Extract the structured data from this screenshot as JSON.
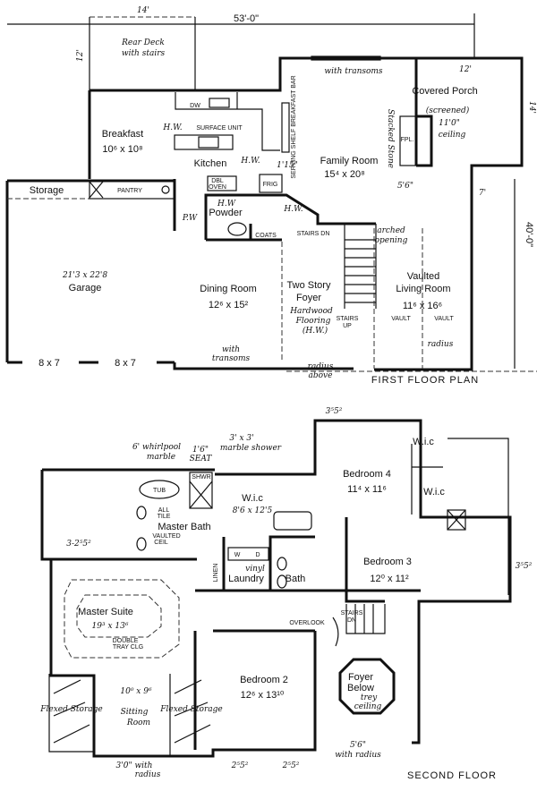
{
  "first_floor": {
    "title": "FIRST FLOOR PLAN",
    "overall_width": "53'-0\"",
    "overall_depth": "40'-0\"",
    "deck_width": "14'",
    "deck_depth": "12'",
    "rear_deck": [
      "Rear Deck",
      "with stairs"
    ],
    "breakfast": {
      "name": "Breakfast",
      "size": "10⁶ x 10⁸"
    },
    "kitchen": "Kitchen",
    "surface_unit": "SURFACE UNIT",
    "dw": "DW",
    "hw_labels": [
      "H.W.",
      "H.W.",
      "H.W",
      "H.W.",
      "P.W"
    ],
    "serving_shelf": "SERVING SHELF BREAKFAST BAR",
    "shelf_height": "1'15\"",
    "family_room": {
      "name": "Family Room",
      "size": "15⁴ x 20⁸",
      "note": "with transoms"
    },
    "covered_porch": {
      "name": "Covered Porch",
      "note": "(screened)",
      "ceiling": [
        "11'0\"",
        "ceiling"
      ],
      "width": "12'",
      "depth": "14'",
      "offset": "7'"
    },
    "fireplace": "FPL.",
    "stacked_stone": "Stacked Stone",
    "glass_note": "5'6\"",
    "storage": "Storage",
    "pantry": "PANTRY",
    "garage": {
      "name": "Garage",
      "size": "21'3 x 22'8",
      "doors": [
        "8 x 7",
        "8 x 7"
      ]
    },
    "dbl_oven": [
      "DBL",
      "OVEN"
    ],
    "frig": "FRIG",
    "powder": "Powder",
    "coats": "COATS",
    "dining_room": {
      "name": "Dining Room",
      "size": "12⁶ x 15²",
      "note": [
        "with",
        "transoms"
      ]
    },
    "foyer": {
      "name": [
        "Two Story",
        "Foyer"
      ],
      "flooring": [
        "Hardwood",
        "Flooring",
        "(H.W.)"
      ],
      "door_note": [
        "radius",
        "above"
      ]
    },
    "stairs_up": [
      "STAIRS",
      "UP"
    ],
    "stairs_dn": "STAIRS DN",
    "arched_opening": [
      "arched",
      "opening"
    ],
    "living_room": {
      "name": [
        "Vaulted",
        "Living Room"
      ],
      "size": "11⁶ x 16⁶",
      "vault": [
        "VAULT",
        "VAULT"
      ],
      "note": "radius"
    }
  },
  "second_floor": {
    "title": "SECOND FLOOR",
    "tub_note": [
      "6' whirlpool",
      "marble"
    ],
    "seat_note": [
      "1'6\"",
      "SEAT"
    ],
    "shower_note": [
      "3' x 3'",
      "marble shower"
    ],
    "tub": "TUB",
    "shower": "SHWR",
    "master_bath": "Master Bath",
    "all_tile": [
      "ALL",
      "TILE"
    ],
    "vaulted_ceil": [
      "VAULTED",
      "CEIL"
    ],
    "wic_main": {
      "name": "W.i.c",
      "size": "8'6 x 12'5"
    },
    "wic_labels": [
      "W.i.c",
      "W.i.c"
    ],
    "bedroom4": {
      "name": "Bedroom 4",
      "size": "11⁴ x 11⁶"
    },
    "bedroom3": {
      "name": "Bedroom 3",
      "size": "12⁰ x 11²"
    },
    "bedroom2": {
      "name": "Bedroom 2",
      "size": "12⁶ x 13¹⁰"
    },
    "master_suite": {
      "name": "Master Suite",
      "size": "19³ x 13⁶",
      "ceiling": [
        "DOUBLE",
        "TRAY CLG"
      ]
    },
    "sitting_room": {
      "size": "10⁰ x 9⁶",
      "name": [
        "Sitting",
        "Room"
      ]
    },
    "flexed_storage": [
      "Flexed Storage",
      "Flexed Storage"
    ],
    "laundry": "Laundry",
    "vinyl": "vinyl",
    "linen": "LINEN",
    "washer": "W",
    "dryer": "D",
    "bath": "Bath",
    "overlook": "OVERLOOK",
    "stairs": [
      "STAIRS",
      "DN"
    ],
    "foyer_below": [
      "Foyer",
      "Below",
      "trey",
      "ceiling"
    ],
    "windows": [
      "3-2⁵5²",
      "2⁵5²",
      "2⁵5²",
      "5'6\"",
      "with radius",
      "3⁵5²",
      "3⁵5²",
      "3'0\" with",
      "radius"
    ]
  }
}
